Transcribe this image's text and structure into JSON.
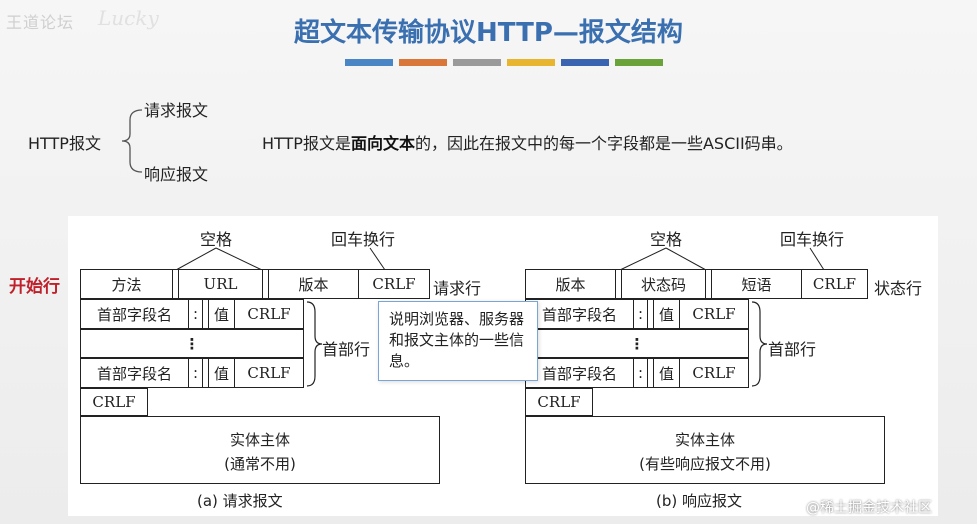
{
  "watermark": {
    "left": "王道论坛",
    "right": "Lucky"
  },
  "title": "超文本传输协议HTTP—报文结构",
  "title_bar_colors": [
    "#4a86c5",
    "#d9773a",
    "#9a9a9a",
    "#e8b531",
    "#3a64b0",
    "#6aa33a"
  ],
  "intro": {
    "root": "HTTP报文",
    "branches": [
      "请求报文",
      "响应报文"
    ],
    "statement_prefix": "HTTP报文是",
    "statement_bold": "面向文本",
    "statement_suffix": "的，因此在报文中的每一个字段都是一些ASCII码串。"
  },
  "start_line_label": "开始行",
  "request": {
    "space_label": "空格",
    "crlf_label": "回车换行",
    "start_line": [
      "方法",
      "URL",
      "版本",
      "CRLF"
    ],
    "start_line_name": "请求行",
    "header_rows": [
      [
        "首部字段名",
        ":",
        "值",
        "CRLF"
      ],
      [
        "⋮"
      ],
      [
        "首部字段名",
        ":",
        "值",
        "CRLF"
      ]
    ],
    "header_name": "首部行",
    "empty_line": "CRLF",
    "body_title": "实体主体",
    "body_note": "(通常不用)",
    "caption": "(a) 请求报文"
  },
  "response": {
    "space_label": "空格",
    "crlf_label": "回车换行",
    "start_line": [
      "版本",
      "状态码",
      "短语",
      "CRLF"
    ],
    "start_line_name": "状态行",
    "header_rows": [
      [
        "首部字段名",
        ":",
        "值",
        "CRLF"
      ],
      [
        "⋮"
      ],
      [
        "首部字段名",
        ":",
        "值",
        "CRLF"
      ]
    ],
    "header_name": "首部行",
    "empty_line": "CRLF",
    "body_title": "实体主体",
    "body_note": "(有些响应报文不用)",
    "caption": "(b) 响应报文"
  },
  "callout": "说明浏览器、服务器和报文主体的一些信息。",
  "copyright": "@稀土掘金技术社区"
}
